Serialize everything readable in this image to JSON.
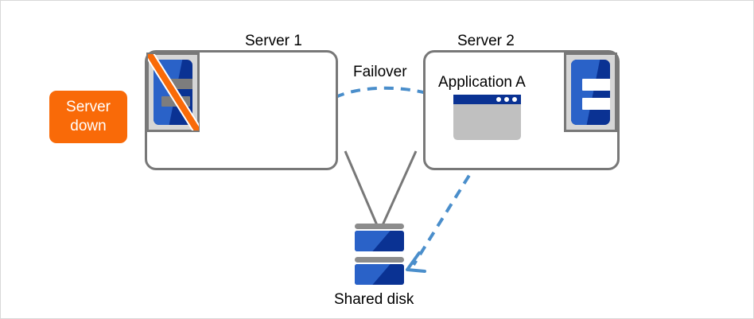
{
  "diagram": {
    "title_server1": "Server 1",
    "title_server2": "Server 2",
    "badge_line1": "Server",
    "badge_line2": "down",
    "failover_label": "Failover",
    "application_label": "Application A",
    "shared_disk_label": "Shared disk",
    "colors": {
      "badge_background": "#f96a08",
      "badge_text": "#ffffff",
      "box_border": "#787878",
      "server_icon_frame": "#d6d6d6",
      "server_blue_light": "#2a62c8",
      "server_blue_dark": "#0a3293",
      "failed_slot_gray": "#7d7d7d",
      "healthy_slot_white": "#ffffff",
      "strike_orange": "#f96a08",
      "arrow_blue": "#4a8ecb",
      "connector_gray": "#787878",
      "window_titlebar": "#0a3293",
      "window_body": "#c0c0c0",
      "disk_cap_gray": "#8c8c8c",
      "canvas_background": "#ffffff"
    },
    "icons": {
      "server1": "server-rack-failed-icon",
      "server2": "server-rack-healthy-icon",
      "app_window": "application-window-icon",
      "shared_disk": "shared-disk-icon",
      "failover_arrow": "dashed-curved-arrow-icon",
      "data-access-arrow": "dashed-straight-arrow-icon"
    }
  }
}
